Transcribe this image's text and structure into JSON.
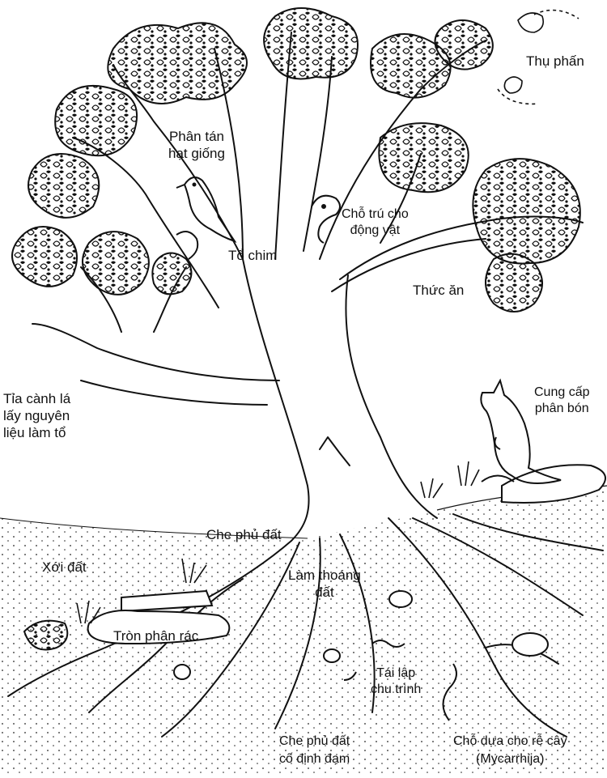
{
  "labels": {
    "pollination": "Thụ phấn",
    "seed_dispersal": [
      "Phân tán",
      "hạt giống"
    ],
    "animal_shelter": [
      "Chỗ trú cho",
      "động vật"
    ],
    "bird_nest": "Tổ chim",
    "food": "Thức ăn",
    "nest_material": [
      "Tỉa cành lá",
      "lấy nguyên",
      "liệu làm tổ"
    ],
    "fertilizer": [
      "Cung cấp",
      "phân bón"
    ],
    "ground_cover_top": "Che phủ đất",
    "tillage": "Xới đất",
    "aeration": [
      "Làm thoáng",
      "đất"
    ],
    "decomposition": "Tròn phân rác",
    "nutrient_cycle": [
      "Tái lập",
      "chu trình"
    ],
    "ground_cover_nitrogen": [
      "Che phủ đất",
      "cố định đạm"
    ],
    "root_support": [
      "Chỗ dựa cho rễ cây",
      "(Mycarrhija)"
    ]
  },
  "colors": {
    "ink": "#111111",
    "background": "#ffffff"
  }
}
